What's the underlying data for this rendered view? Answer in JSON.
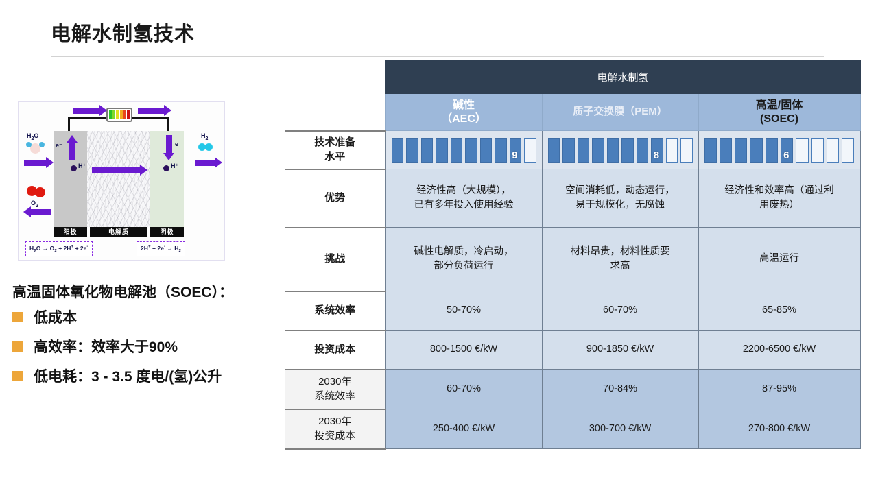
{
  "slide": {
    "title": "电解水制氢技术"
  },
  "diagram": {
    "name": "water-electrolysis-cell-diagram",
    "inputs": {
      "water": "H₂O",
      "oxygen": "O₂",
      "hydrogen": "H₂"
    },
    "carriers": {
      "electron": "e⁻",
      "proton": "H⁺"
    },
    "electrodes": {
      "anode": "阳极",
      "electrolyte": "电解质",
      "cathode": "阴极"
    },
    "equations": {
      "anode": "H₂O → O₂ + 2H⁺ + 2e⁻",
      "cathode": "2H⁺ + 2e⁻ → H₂"
    }
  },
  "soec": {
    "heading": "高温固体氧化物电解池（SOEC）：",
    "bullets": [
      {
        "label": "低成本"
      },
      {
        "label": "高效率：效率大于90%"
      },
      {
        "label": "低电耗：3 - 3.5 度电/(氢)公升"
      }
    ]
  },
  "table": {
    "group_header": "电解水制氢",
    "columns": [
      {
        "line1": "碱性",
        "line2": "（AEC）"
      },
      {
        "line1": "质子交换膜（PEM）",
        "line2": ""
      },
      {
        "line1": "高温/固体",
        "line2": "(SOEC)"
      }
    ],
    "rows": [
      {
        "label": "技术准备\n水平",
        "type": "trl",
        "values": [
          {
            "score": "9",
            "filled": 9,
            "total": 10
          },
          {
            "score": "8",
            "filled": 8,
            "total": 10
          },
          {
            "score": "6",
            "filled": 6,
            "total": 10
          }
        ]
      },
      {
        "label": "优势",
        "type": "text",
        "values": [
          "经济性高（大规模），\n已有多年投入使用经验",
          "空间消耗低，动态运行，\n易于规模化，无腐蚀",
          "经济性和效率高（通过利\n用废热）"
        ]
      },
      {
        "label": "挑战",
        "type": "text",
        "values": [
          "碱性电解质，冷启动，\n部分负荷运行",
          "材料昂贵，材料性质要\n求高",
          "高温运行"
        ]
      },
      {
        "label": "系统效率",
        "type": "text",
        "values": [
          "50-70%",
          "60-70%",
          "65-85%"
        ]
      },
      {
        "label": "投资成本",
        "type": "text",
        "values": [
          "800-1500 €/kW",
          "900-1850 €/kW",
          "2200-6500 €/kW"
        ]
      },
      {
        "label": "2030年\n系统效率",
        "type": "text",
        "highlight": true,
        "values": [
          "60-70%",
          "70-84%",
          "87-95%"
        ]
      },
      {
        "label": "2030年\n投资成本",
        "type": "text",
        "highlight": true,
        "values": [
          "250-400 €/kW",
          "300-700 €/kW",
          "270-800 €/kW"
        ]
      }
    ]
  },
  "colors": {
    "header_dark": "#2f3f52",
    "subheader_blue": "#9db8da",
    "cell_blue": "#d4dfec",
    "cell_blue_2030": "#b3c7e0",
    "bar_blue": "#4a7ebb",
    "bullet_orange": "#eda63a",
    "arrow_purple": "#6a1ad0"
  }
}
